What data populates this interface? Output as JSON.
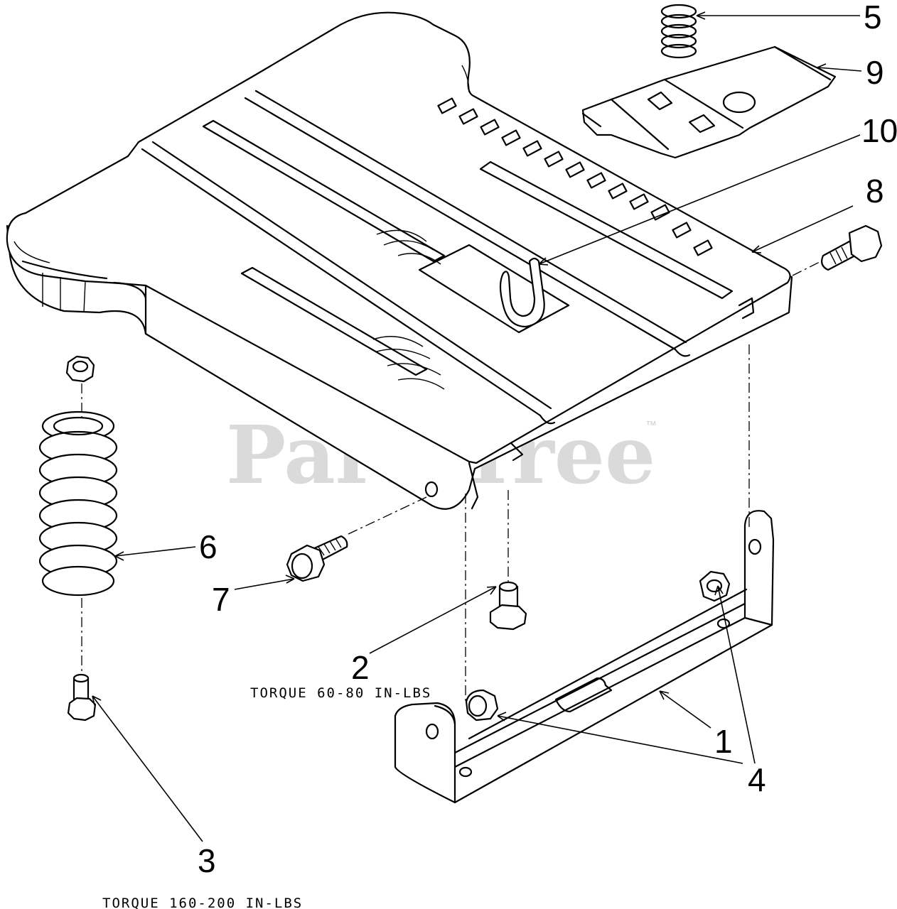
{
  "diagram": {
    "watermark": "PartsTree",
    "watermark_tm": "™",
    "callouts": [
      {
        "id": "c1",
        "label": "1"
      },
      {
        "id": "c2",
        "label": "2"
      },
      {
        "id": "c3",
        "label": "3"
      },
      {
        "id": "c4",
        "label": "4"
      },
      {
        "id": "c5",
        "label": "5"
      },
      {
        "id": "c6",
        "label": "6"
      },
      {
        "id": "c7",
        "label": "7"
      },
      {
        "id": "c8",
        "label": "8"
      },
      {
        "id": "c9",
        "label": "9"
      },
      {
        "id": "c10",
        "label": "10"
      }
    ],
    "notes": {
      "torque_bolt_2": "TORQUE 60-80 IN-LBS",
      "torque_bolt_3": "TORQUE 160-200 IN-LBS"
    }
  }
}
